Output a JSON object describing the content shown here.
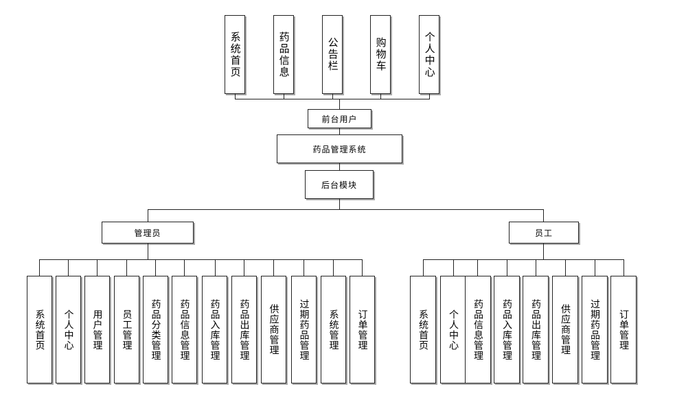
{
  "title": "",
  "frontend": {
    "modules": [
      "系统首页",
      "药品信息",
      "公告栏",
      "购物车",
      "个人中心"
    ],
    "user_label": "前台用户"
  },
  "system_label": "药品管理系统",
  "backend_label": "后台模块",
  "admin": {
    "label": "管理员",
    "modules": [
      "系统首页",
      "个人中心",
      "用户管理",
      "员工管理",
      "药品分类管理",
      "药品信息管理",
      "药品入库管理",
      "药品出库管理",
      "供应商管理",
      "过期药品管理",
      "系统管理",
      "订单管理"
    ]
  },
  "staff": {
    "label": "员工",
    "modules": [
      "系统首页",
      "个人中心",
      "药品信息管理",
      "药品入库管理",
      "药品出库管理",
      "供应商管理",
      "过期药品管理",
      "订单管理"
    ]
  }
}
